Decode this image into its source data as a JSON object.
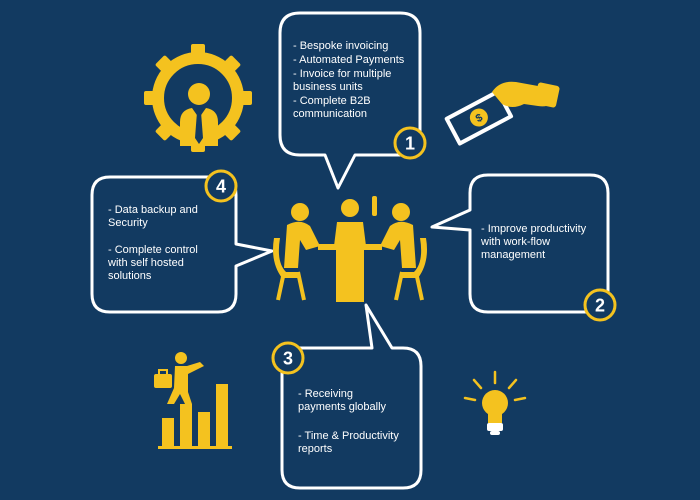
{
  "colors": {
    "background": "#123a61",
    "accent": "#f4c21f",
    "bubble_border": "#ffffff",
    "badge_fill": "#123a61"
  },
  "bubbles": [
    {
      "number": "1",
      "items": [
        "- Bespoke invoicing",
        "- Automated Payments",
        "- Invoice for multiple\n  business units",
        "- Complete B2B\n  communication"
      ]
    },
    {
      "number": "2",
      "items": [
        "- Improve productivity\n  with work-flow\n  management"
      ]
    },
    {
      "number": "3",
      "items": [
        "- Receiving\n   payments globally",
        "- Time & Productivity\n   reports"
      ]
    },
    {
      "number": "4",
      "items": [
        "- Data backup and\n  Security",
        "- Complete control\n  with self hosted\n  solutions"
      ]
    }
  ],
  "icons": [
    "gear-person-icon",
    "money-hand-icon",
    "meeting-table-icon",
    "growth-chart-icon",
    "lightbulb-icon"
  ]
}
